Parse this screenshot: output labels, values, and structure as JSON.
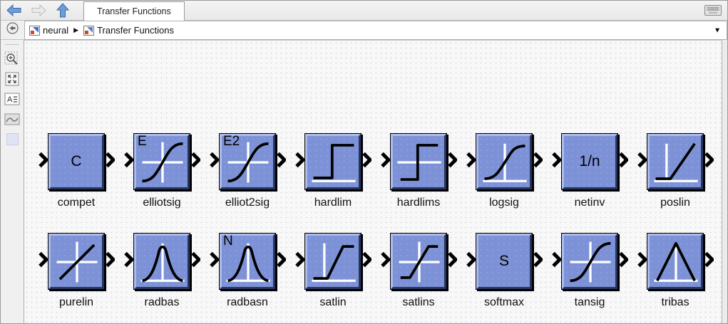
{
  "window": {
    "title": "Transfer Functions"
  },
  "toolbar": {
    "tab_label": "Transfer Functions",
    "buttons": [
      {
        "name": "back",
        "icon": "arrow-left",
        "enabled": true
      },
      {
        "name": "forward",
        "icon": "arrow-right",
        "enabled": false
      },
      {
        "name": "up",
        "icon": "arrow-up",
        "enabled": true
      }
    ],
    "right_icon": "keyboard"
  },
  "breadcrumb": {
    "items": [
      {
        "label": "neural",
        "icon": "library"
      },
      {
        "label": "Transfer Functions",
        "icon": "library"
      }
    ],
    "separator": "▶",
    "caret": "▼"
  },
  "sidebar": {
    "buttons": [
      {
        "name": "hide-browser",
        "icon": "circle-arrow-left"
      },
      {
        "name": "zoom-in",
        "icon": "magnifier-plus"
      },
      {
        "name": "fit-to-view",
        "icon": "fit-screen"
      },
      {
        "name": "annotation",
        "icon": "text-annotation"
      },
      {
        "name": "image",
        "icon": "image-curve"
      },
      {
        "name": "area",
        "icon": "area-swatch"
      }
    ]
  },
  "colors": {
    "block_fill": "#7d92d6",
    "block_highlight": "#adbbea",
    "block_shadow": "#25335f",
    "accent_blue_arrow": "#6f9bd8",
    "canvas_bg": "#f8f8f9"
  },
  "blocks": [
    {
      "label": "compet",
      "row": 0,
      "center_text": "C"
    },
    {
      "label": "elliotsig",
      "row": 0,
      "corner_text": "E",
      "axes": "cross",
      "curve": "sigmoid"
    },
    {
      "label": "elliot2sig",
      "row": 0,
      "corner_text": "E2",
      "axes": "cross",
      "curve": "sigmoid"
    },
    {
      "label": "hardlim",
      "row": 0,
      "axes": "bottom-only",
      "curve": "step-up"
    },
    {
      "label": "hardlims",
      "row": 0,
      "axes": "middle-only",
      "curve": "step-sym"
    },
    {
      "label": "logsig",
      "row": 0,
      "axes": "bottom-center",
      "curve": "logsigmoid"
    },
    {
      "label": "netinv",
      "row": 0,
      "center_text": "1/n"
    },
    {
      "label": "poslin",
      "row": 0,
      "axes": "bottom-left",
      "curve": "poslin"
    },
    {
      "label": "purelin",
      "row": 1,
      "axes": "cross",
      "curve": "linear"
    },
    {
      "label": "radbas",
      "row": 1,
      "axes": "bottom-center",
      "curve": "gaussian"
    },
    {
      "label": "radbasn",
      "row": 1,
      "corner_text": "N",
      "axes": "bottom-center",
      "curve": "gaussian"
    },
    {
      "label": "satlin",
      "row": 1,
      "axes": "bottom-left",
      "curve": "satlin"
    },
    {
      "label": "satlins",
      "row": 1,
      "axes": "cross",
      "curve": "satlins"
    },
    {
      "label": "softmax",
      "row": 1,
      "center_text": "S"
    },
    {
      "label": "tansig",
      "row": 1,
      "axes": "cross",
      "curve": "sigmoid"
    },
    {
      "label": "tribas",
      "row": 1,
      "axes": "bottom-center",
      "curve": "triangle"
    }
  ]
}
